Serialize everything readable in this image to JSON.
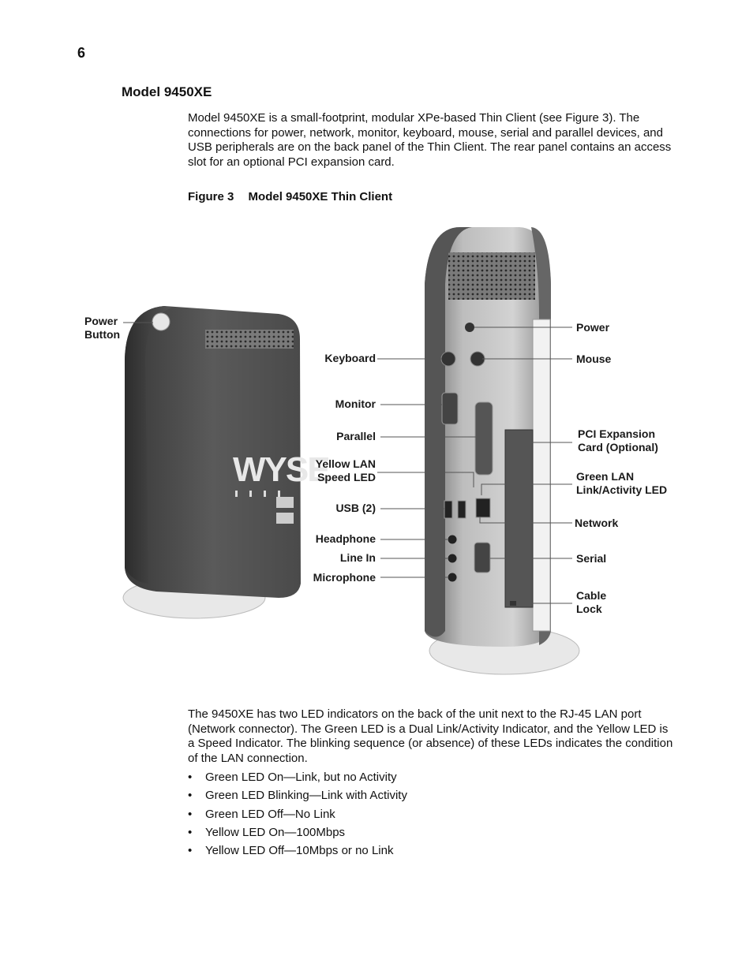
{
  "page_number": "6",
  "section_title": "Model 9450XE",
  "intro_paragraph": "Model 9450XE is a small-footprint, modular XPe-based Thin Client (see Figure 3). The connections for power, network, monitor, keyboard, mouse, serial and parallel devices, and USB peripherals are on the back panel of the Thin Client. The rear panel contains an access slot for an optional PCI expansion card.",
  "figure": {
    "number": "Figure 3",
    "title": "Model 9450XE Thin Client",
    "device_logo": "WYSE",
    "callouts_left": {
      "power_button": [
        "Power",
        "Button"
      ],
      "keyboard": "Keyboard",
      "monitor": "Monitor",
      "parallel": "Parallel",
      "yellow_lan": [
        "Yellow LAN",
        "Speed LED"
      ],
      "usb": "USB (2)",
      "headphone": "Headphone",
      "line_in": "Line In",
      "microphone": "Microphone"
    },
    "callouts_right": {
      "power": "Power",
      "mouse": "Mouse",
      "pci": [
        "PCI Expansion",
        "Card (Optional)"
      ],
      "green_lan": [
        "Green LAN",
        "Link/Activity LED"
      ],
      "network": "Network",
      "serial": "Serial",
      "cable_lock": [
        "Cable",
        "Lock"
      ]
    }
  },
  "led_paragraph": "The 9450XE has two LED indicators on the back of the unit next to the RJ-45 LAN port (Network connector). The Green LED is a Dual Link/Activity Indicator, and the Yellow LED is a Speed Indicator. The blinking sequence (or absence) of these LEDs indicates the condition of the LAN connection.",
  "bullet_symbol": "•",
  "bullets": [
    "Green LED On—Link, but no Activity",
    "Green LED Blinking—Link with Activity",
    "Green LED Off—No Link",
    "Yellow LED On—100Mbps",
    "Yellow LED Off—10Mbps or no Link"
  ]
}
